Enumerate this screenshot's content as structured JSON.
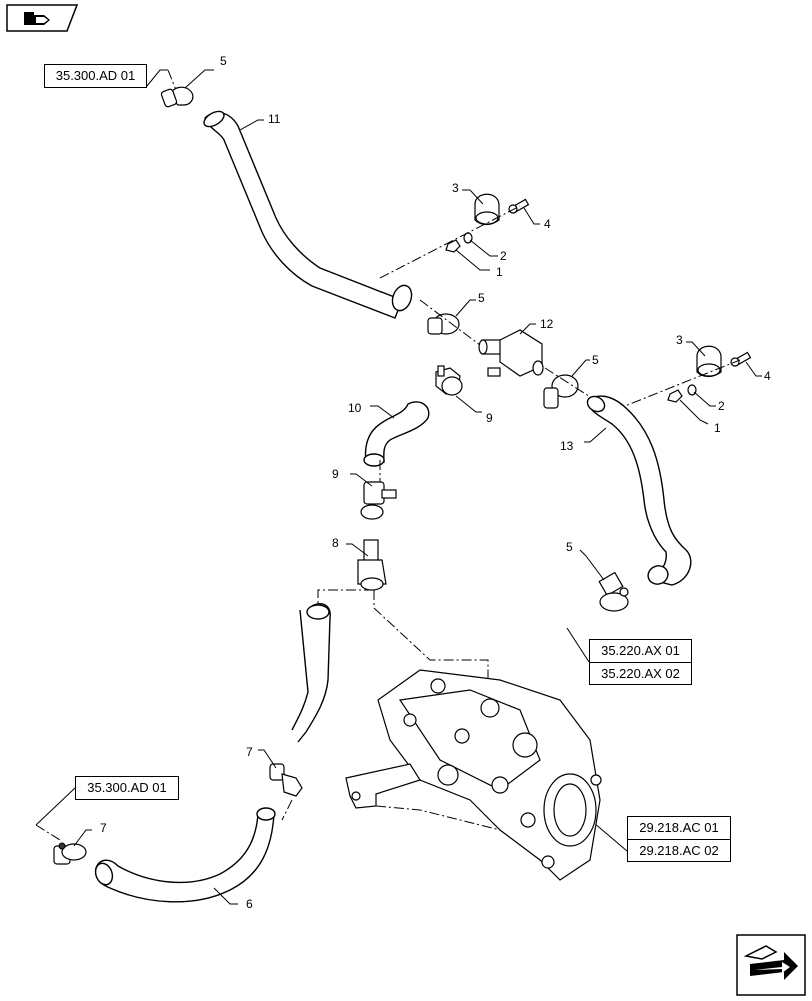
{
  "references": {
    "top_left": "35.300.AD 01",
    "bottom_left": "35.300.AD 01",
    "right_mid": [
      "35.220.AX 01",
      "35.220.AX 02"
    ],
    "right_bottom": [
      "29.218.AC 01",
      "29.218.AC 02"
    ]
  },
  "callouts": {
    "c1a": "1",
    "c1b": "1",
    "c2a": "2",
    "c2b": "2",
    "c3a": "3",
    "c3b": "3",
    "c4a": "4",
    "c4b": "4",
    "c5a": "5",
    "c5b": "5",
    "c5c": "5",
    "c5d": "5",
    "c6": "6",
    "c7a": "7",
    "c7b": "7",
    "c8": "8",
    "c9a": "9",
    "c9b": "9",
    "c10": "10",
    "c11": "11",
    "c12": "12",
    "c13": "13"
  },
  "icons": {
    "top_left": "folder-arrow-icon",
    "bottom_right": "next-page-arrow-icon"
  }
}
